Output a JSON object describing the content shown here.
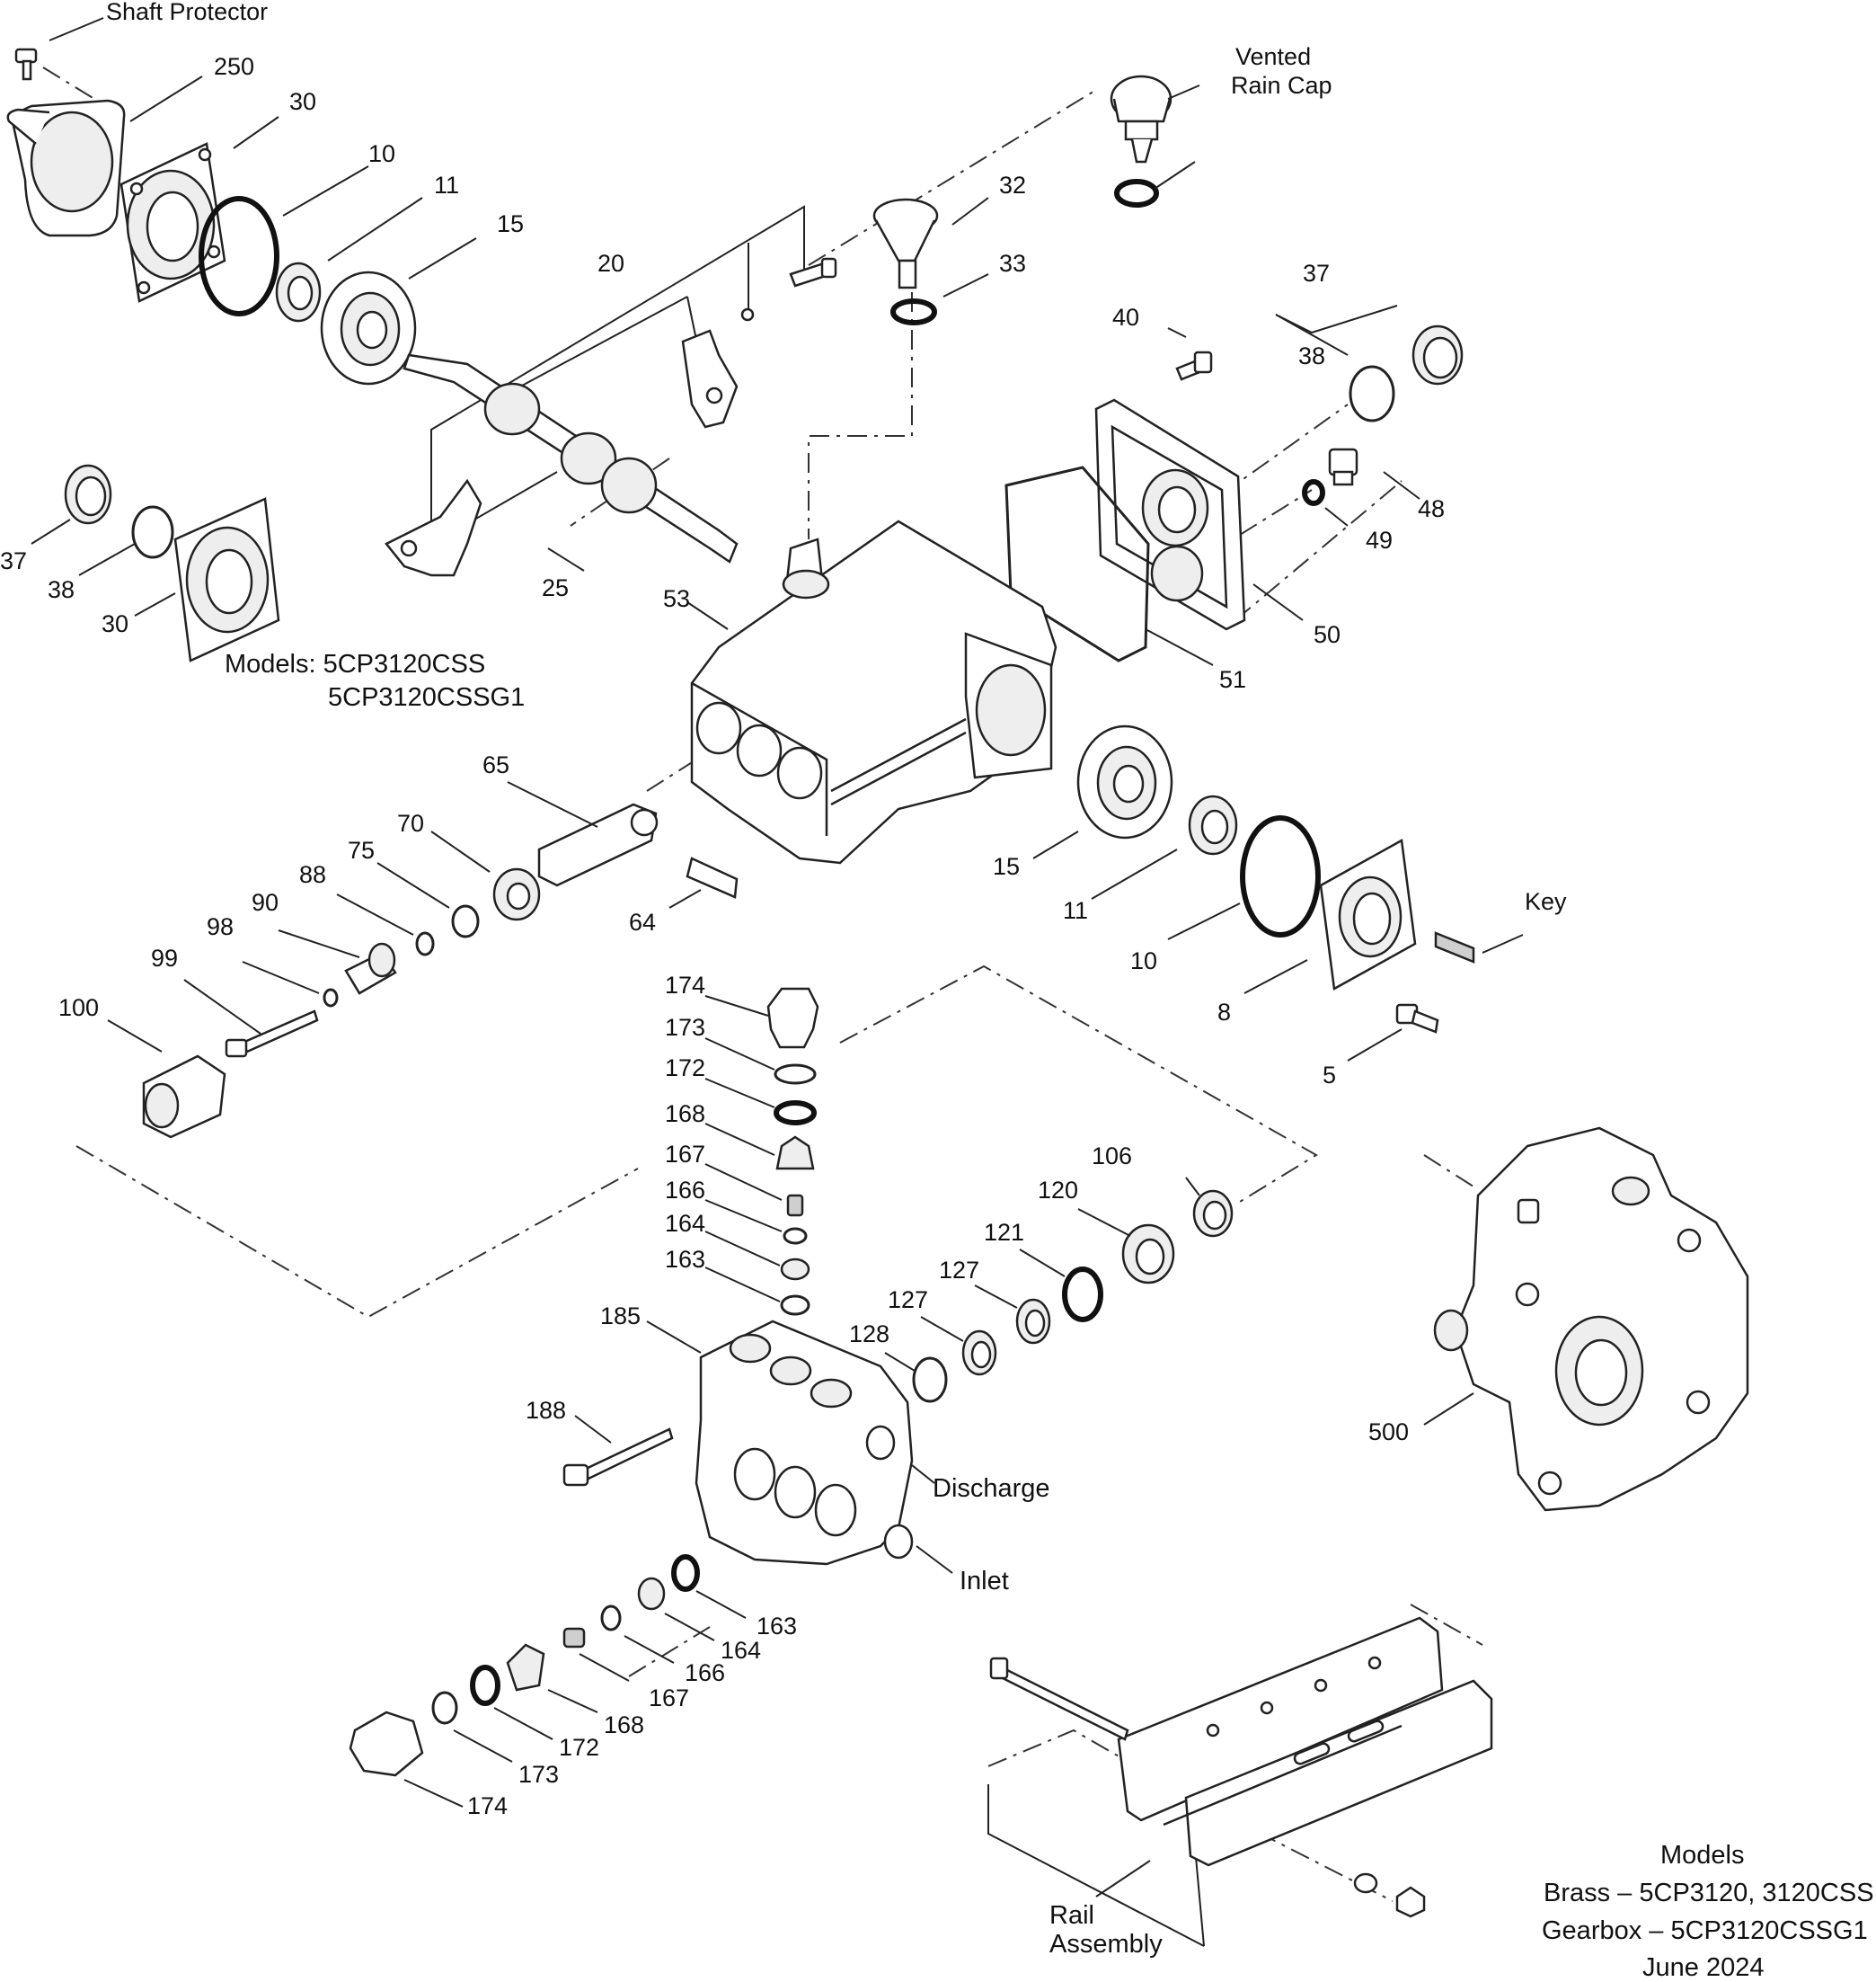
{
  "labels": {
    "shaft_protector": "Shaft Protector",
    "vented_1": "Vented",
    "vented_2": "Rain Cap",
    "discharge": "Discharge",
    "inlet": "Inlet",
    "key": "Key",
    "rail_1": "Rail",
    "rail_2": "Assembly"
  },
  "part_numbers": {
    "p250": "250",
    "p30a": "30",
    "p10a": "10",
    "p11a": "11",
    "p15a": "15",
    "p20": "20",
    "p32": "32",
    "p33": "33",
    "p37a": "37",
    "p38a": "38",
    "p40": "40",
    "p48": "48",
    "p49": "49",
    "p50": "50",
    "p51": "51",
    "p53": "53",
    "p25": "25",
    "p37b": "37",
    "p38b": "38",
    "p30b": "30",
    "p65": "65",
    "p70": "70",
    "p75": "75",
    "p88": "88",
    "p90": "90",
    "p98": "98",
    "p99": "99",
    "p100": "100",
    "p64": "64",
    "p15b": "15",
    "p11b": "11",
    "p10b": "10",
    "p8": "8",
    "p5": "5",
    "p174a": "174",
    "p173a": "173",
    "p172a": "172",
    "p168a": "168",
    "p167a": "167",
    "p166a": "166",
    "p164a": "164",
    "p163a": "163",
    "p185": "185",
    "p188": "188",
    "p106": "106",
    "p120": "120",
    "p121": "121",
    "p127a": "127",
    "p127b": "127",
    "p128": "128",
    "p500": "500",
    "p163b": "163",
    "p164b": "164",
    "p166b": "166",
    "p167b": "167",
    "p168b": "168",
    "p172b": "172",
    "p173b": "173",
    "p174b": "174"
  },
  "models_left": {
    "line1": "Models:  5CP3120CSS",
    "line2": "5CP3120CSSG1"
  },
  "models_footer": {
    "title": "Models",
    "brass": "Brass – 5CP3120,  3120CSS",
    "gearbox": "Gearbox – 5CP3120CSSG1",
    "date": "June 2024"
  }
}
